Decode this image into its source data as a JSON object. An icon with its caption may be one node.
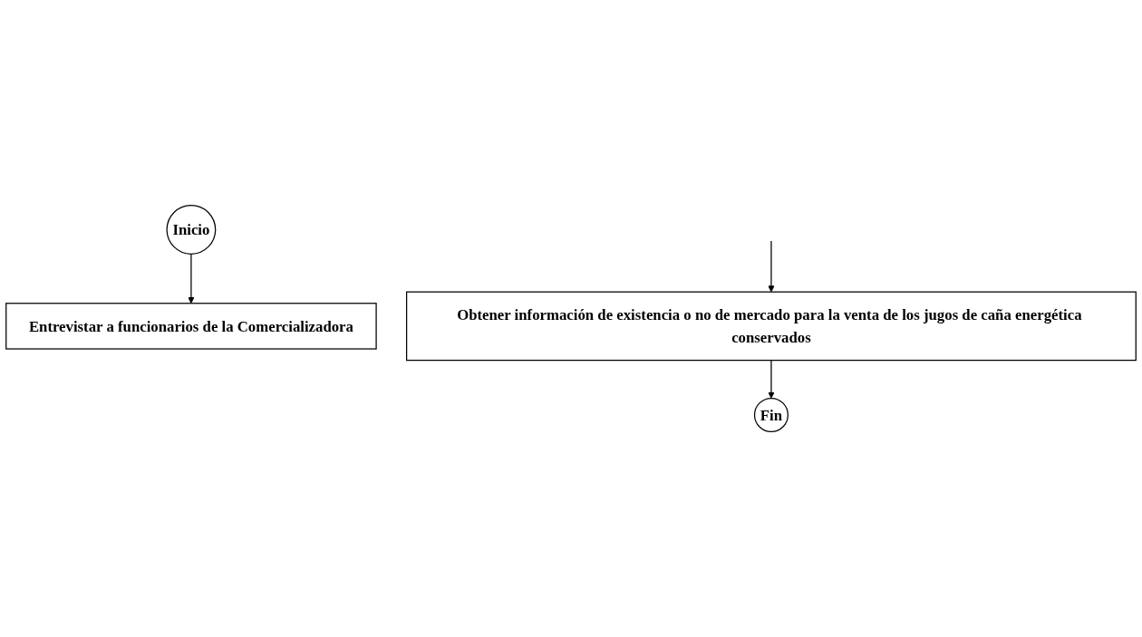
{
  "diagram": {
    "nodes": [
      {
        "text": [
          "Inicio"
        ]
      },
      {
        "text": [
          "Entrevistar a funcionarios de la Comercializadora"
        ]
      },
      {
        "text": [
          "Obtener información de existencia o no de mercado para la venta de los jugos de caña energética conservados"
        ]
      },
      {
        "text": [
          "Fin"
        ]
      }
    ],
    "edges": [
      {
        "from": 0,
        "to": 1,
        "arrow": "to"
      },
      {
        "from": null,
        "to": 2,
        "arrow": "to"
      },
      {
        "from": 2,
        "to": 3,
        "arrow": "to"
      }
    ]
  }
}
